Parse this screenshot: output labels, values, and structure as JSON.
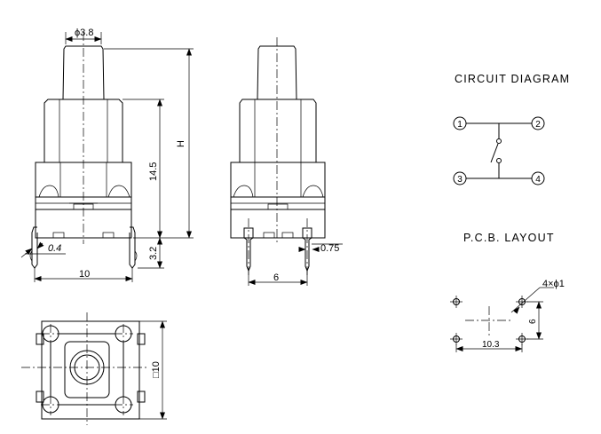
{
  "dimensions": {
    "stem_dia": "ϕ3.8",
    "height": "H",
    "body_height": "14.5",
    "lead_length": "3.2",
    "pin_thickness": "0.4",
    "pin_span": "10",
    "side_span": "6",
    "pin_width": "0.75",
    "body_square": "□10"
  },
  "circuit_diagram": {
    "title": "CIRCUIT DIAGRAM",
    "pins": [
      "1",
      "2",
      "3",
      "4"
    ]
  },
  "pcb_layout": {
    "title": "P.C.B. LAYOUT",
    "hole_spec": "4×ϕ1",
    "x_spacing": "10.3",
    "y_spacing": "6"
  }
}
